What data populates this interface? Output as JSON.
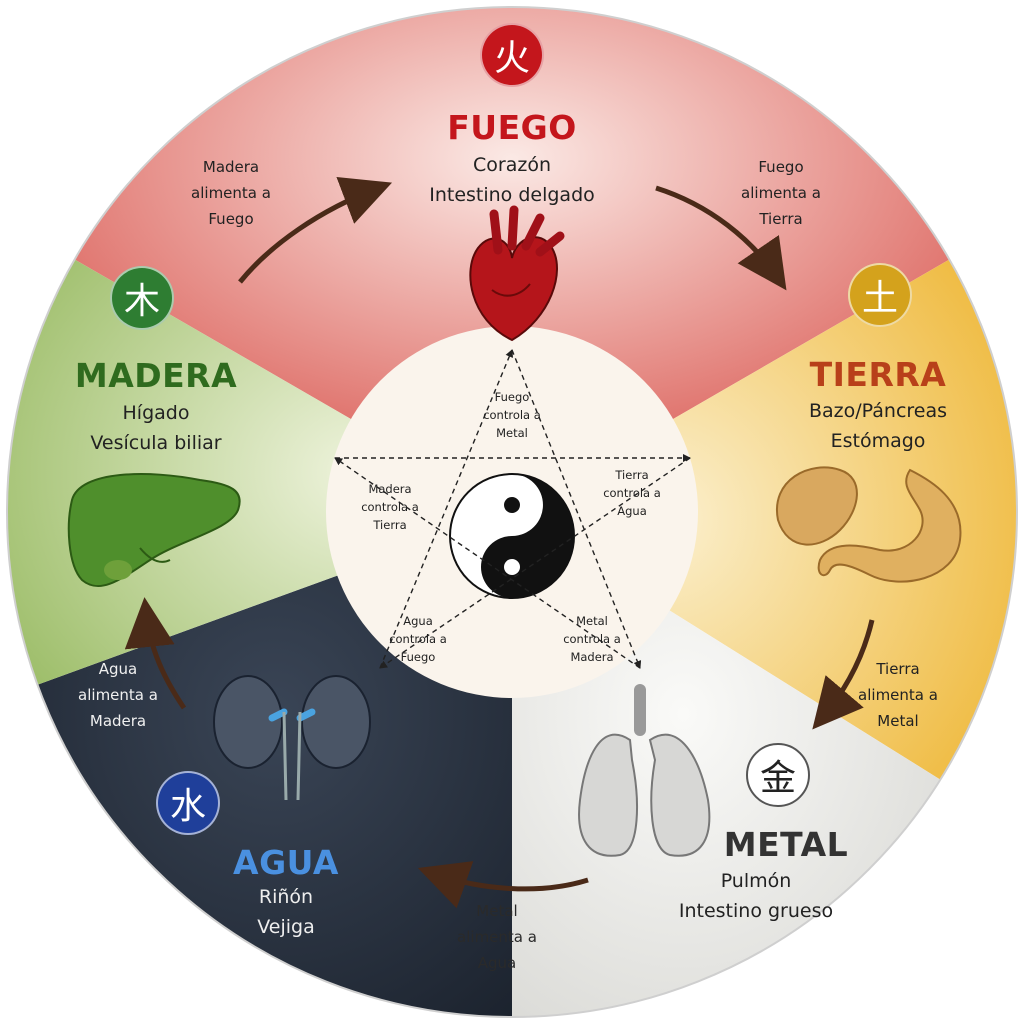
{
  "elements": {
    "fire": {
      "glyph": "火",
      "name": "FUEGO",
      "organs": [
        "Corazón",
        "Intestino delgado"
      ],
      "color": "#c4161c",
      "bg": "#e58a84",
      "organ_icon": "heart-icon"
    },
    "earth": {
      "glyph": "土",
      "name": "TIERRA",
      "organs": [
        "Bazo/Páncreas",
        "Estómago"
      ],
      "color": "#b8401a",
      "badge": "#d4a21c",
      "bg": "#f2cf72",
      "organ_icon": "spleen-stomach-icon"
    },
    "metal": {
      "glyph": "金",
      "name": "METAL",
      "organs": [
        "Pulmón",
        "Intestino grueso"
      ],
      "color": "#333333",
      "badge": "#ffffff",
      "bg": "#ececea",
      "organ_icon": "lungs-icon"
    },
    "water": {
      "glyph": "水",
      "name": "AGUA",
      "organs": [
        "Riñón",
        "Vejiga"
      ],
      "color": "#4a90e0",
      "badge": "#1f3f9a",
      "bg": "#263040",
      "organ_icon": "kidneys-icon"
    },
    "wood": {
      "glyph": "木",
      "name": "MADERA",
      "organs": [
        "Hígado",
        "Vesícula biliar"
      ],
      "color": "#2f6b1e",
      "badge": "#2e7d32",
      "bg": "#b7cf87",
      "organ_icon": "liver-icon"
    }
  },
  "feeding": [
    {
      "id": "wood-fire",
      "lines": [
        "Madera",
        "alimenta a",
        "Fuego"
      ]
    },
    {
      "id": "fire-earth",
      "lines": [
        "Fuego",
        "alimenta a",
        "Tierra"
      ]
    },
    {
      "id": "earth-metal",
      "lines": [
        "Tierra",
        "alimenta a",
        "Metal"
      ]
    },
    {
      "id": "metal-water",
      "lines": [
        "Metal",
        "alimenta a",
        "Agua"
      ]
    },
    {
      "id": "water-wood",
      "lines": [
        "Agua",
        "alimenta a",
        "Madera"
      ]
    }
  ],
  "control": [
    {
      "id": "fire-metal",
      "lines": [
        "Fuego",
        "controla a",
        "Metal"
      ]
    },
    {
      "id": "earth-water",
      "lines": [
        "Tierra",
        "controla a",
        "Agua"
      ]
    },
    {
      "id": "metal-wood",
      "lines": [
        "Metal",
        "controla a",
        "Madera"
      ]
    },
    {
      "id": "water-fire",
      "lines": [
        "Agua",
        "controla a",
        "Fuego"
      ]
    },
    {
      "id": "wood-earth",
      "lines": [
        "Madera",
        "controla a",
        "Tierra"
      ]
    }
  ],
  "center_icon": "yin-yang-icon"
}
